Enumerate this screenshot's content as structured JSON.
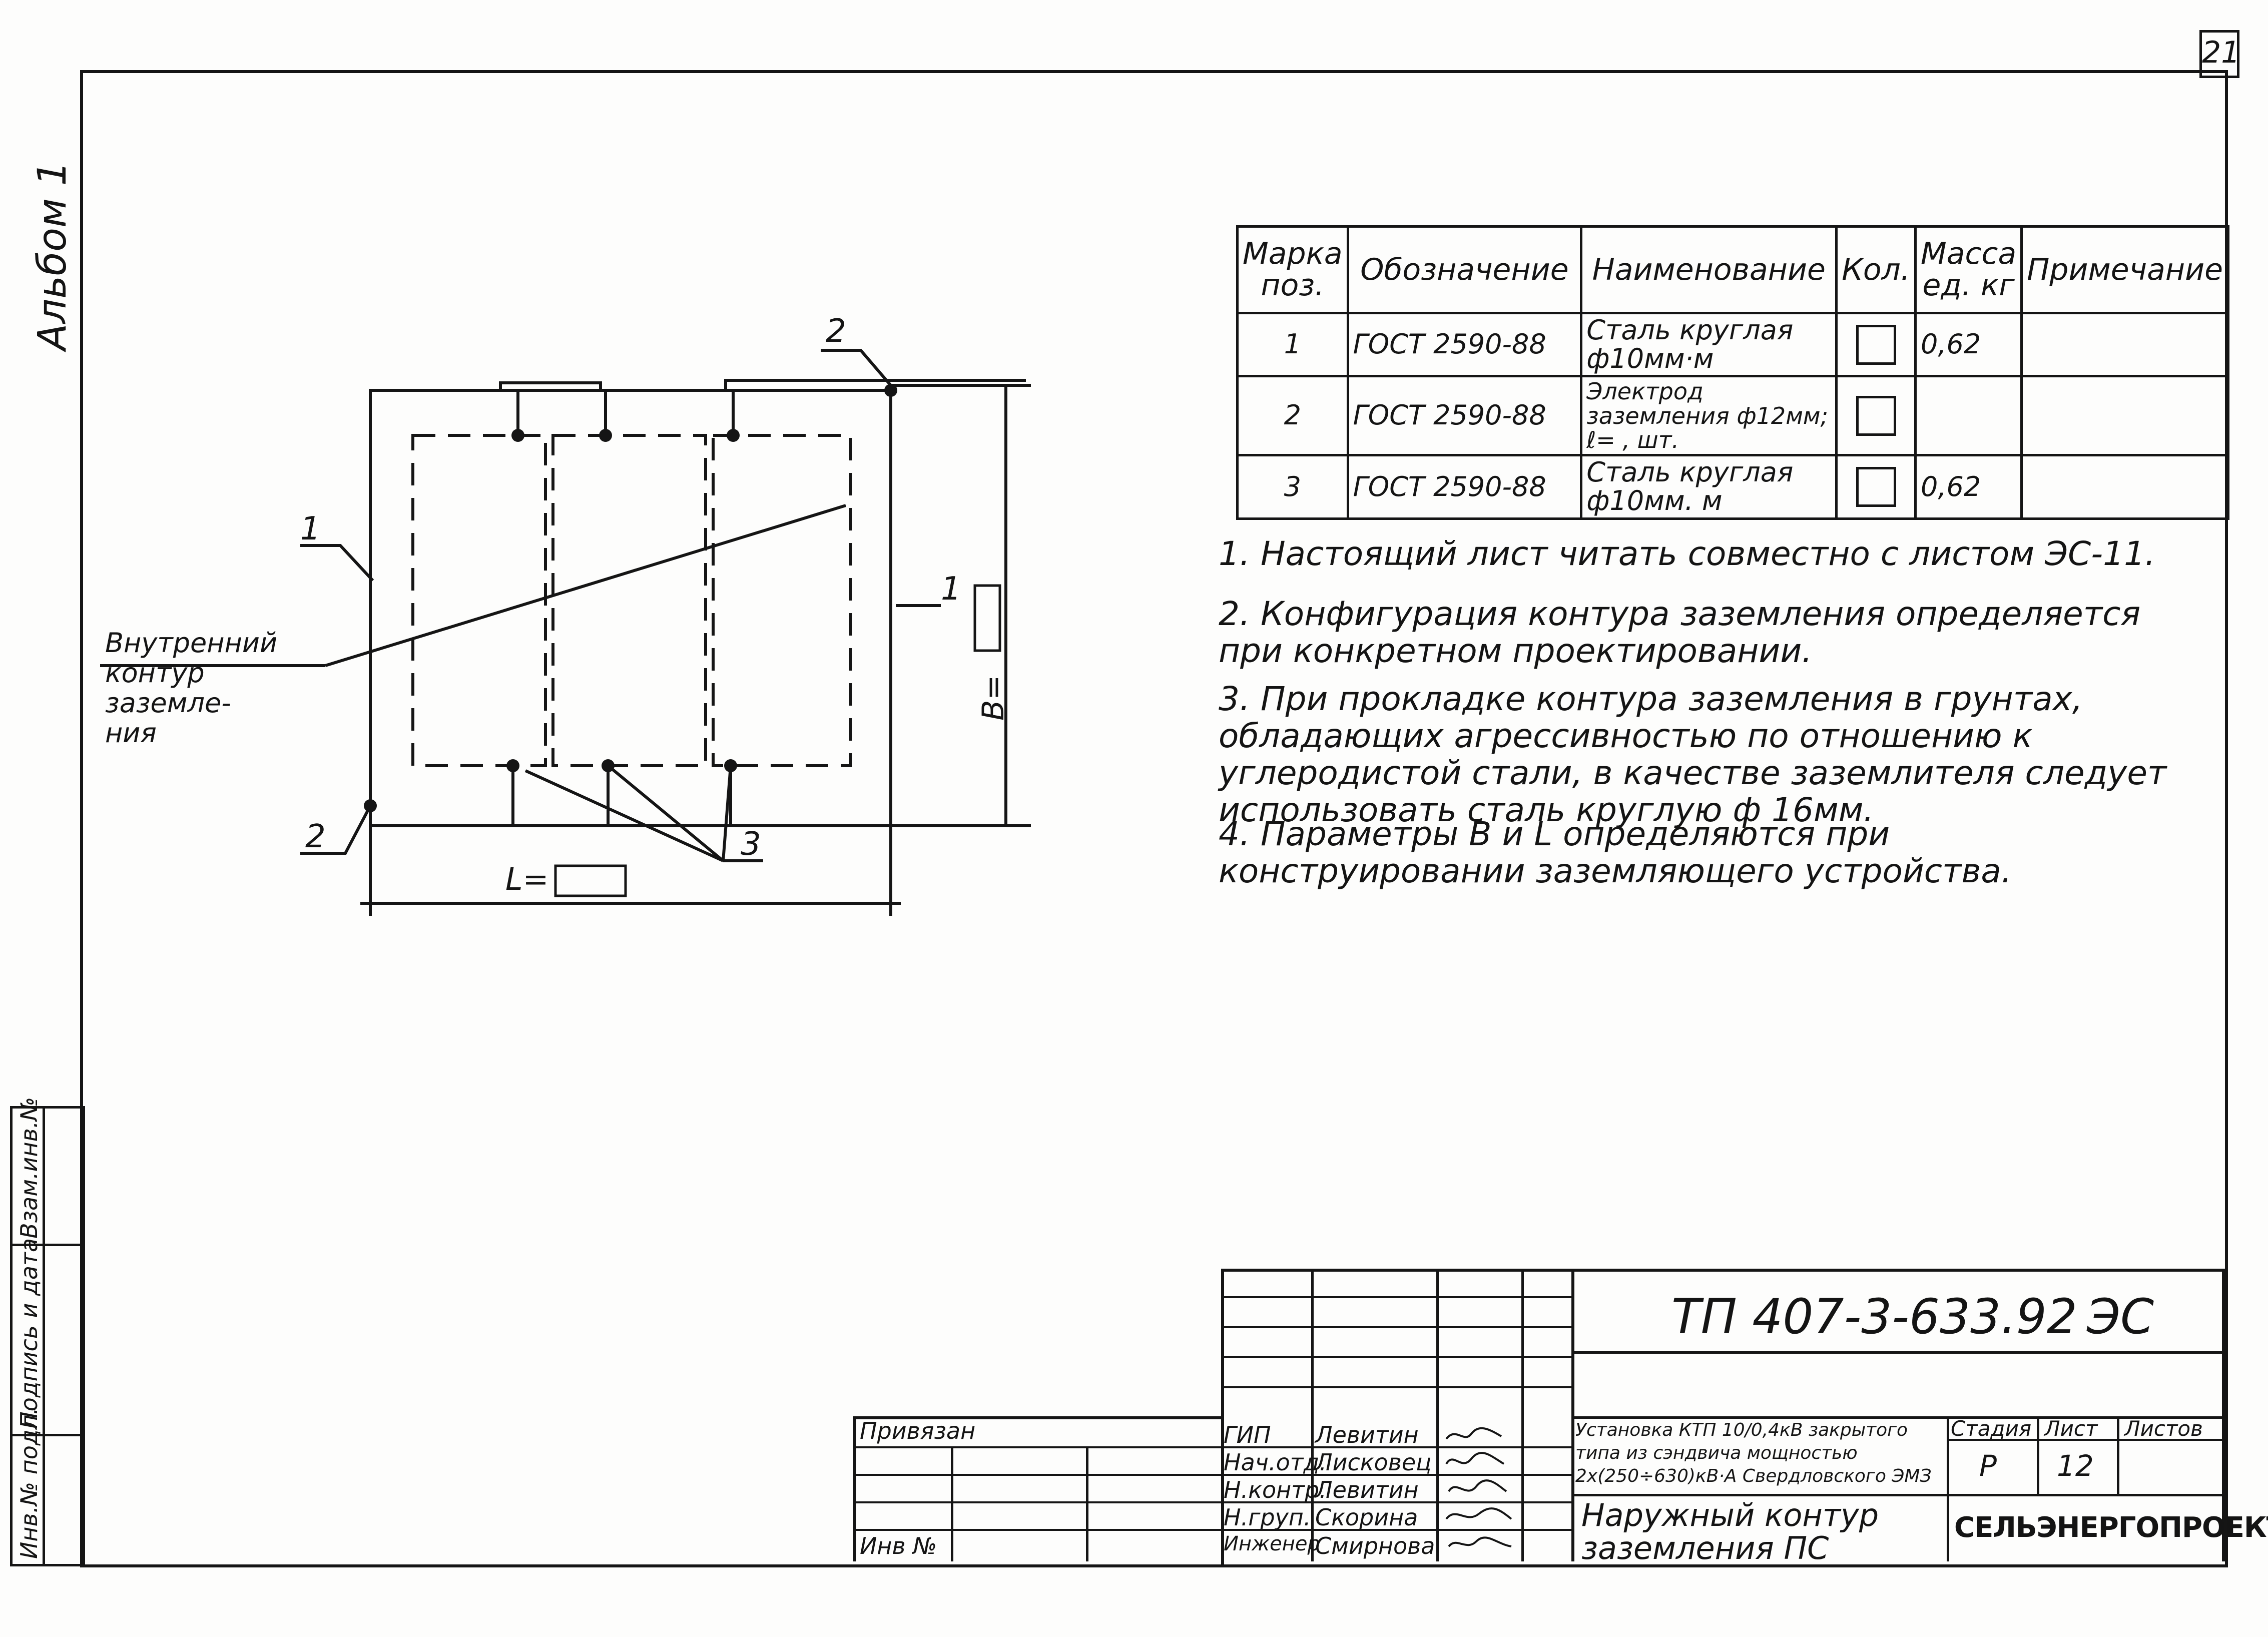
{
  "sheet": {
    "number": "21",
    "album": "Альбом 1"
  },
  "drawing": {
    "label_inner_contour": "Внутренний контур заземле-\nния",
    "callouts": [
      "1",
      "1",
      "2",
      "2",
      "3"
    ],
    "dim_b": "В=",
    "dim_l": "L="
  },
  "spec_table": {
    "headers": [
      "Марка поз.",
      "Обозначение",
      "Наименование",
      "Кол.",
      "Масса ед. кг",
      "Примечание"
    ],
    "rows": [
      {
        "pos": "1",
        "designation": "ГОСТ 2590-88",
        "name": "Сталь круглая ф10мм·м",
        "mass": "0,62",
        "note": ""
      },
      {
        "pos": "2",
        "designation": "ГОСТ 2590-88",
        "name": "Электрод заземления ф12мм; ℓ=      , шт.",
        "mass": "",
        "note": ""
      },
      {
        "pos": "3",
        "designation": "ГОСТ 2590-88",
        "name": "Сталь круглая ф10мм. м",
        "mass": "0,62",
        "note": ""
      }
    ]
  },
  "notes": [
    "1. Настоящий лист читать совместно с листом ЭС-11.",
    "2. Конфигурация контура заземления определяется при конкретном проектировании.",
    "3. При прокладке контура заземления в грунтах, обладающих агрессивностью по отношению к углеродистой стали, в качестве заземлителя следует использовать сталь круглую ф 16мм.",
    "4. Параметры В и L определяются при конструировании заземляющего устройства."
  ],
  "title_block": {
    "doc_code": "ТП 407-3-633.92",
    "doc_suffix": "ЭС",
    "privyazan": "Привязан",
    "inv_no": "Инв №",
    "roles": [
      {
        "role": "ГИП",
        "name": "Левитин"
      },
      {
        "role": "Нач.отд.",
        "name": "Лисковец"
      },
      {
        "role": "Н.контр.",
        "name": "Левитин"
      },
      {
        "role": "Н.груп.",
        "name": "Скорина"
      },
      {
        "role": "Инженер",
        "name": "Смирнова"
      }
    ],
    "project_title": "Установка КТП 10/0,4кВ закрытого типа из сэндвича мощностью 2х(250÷630)кВ·А Свердловского ЭМЗ",
    "sheet_title": "Наружный контур заземления ПС",
    "stage_label": "Стадия",
    "sheet_label": "Лист",
    "sheets_label": "Листов",
    "stage": "Р",
    "sheet_no": "12",
    "sheets_total": "",
    "organization": "СЕЛЬЭНЕРГОПРОЕКТ"
  },
  "side_stamp": [
    "Инв.№ подл.",
    "Подпись и дата",
    "Взам.инв.№"
  ]
}
